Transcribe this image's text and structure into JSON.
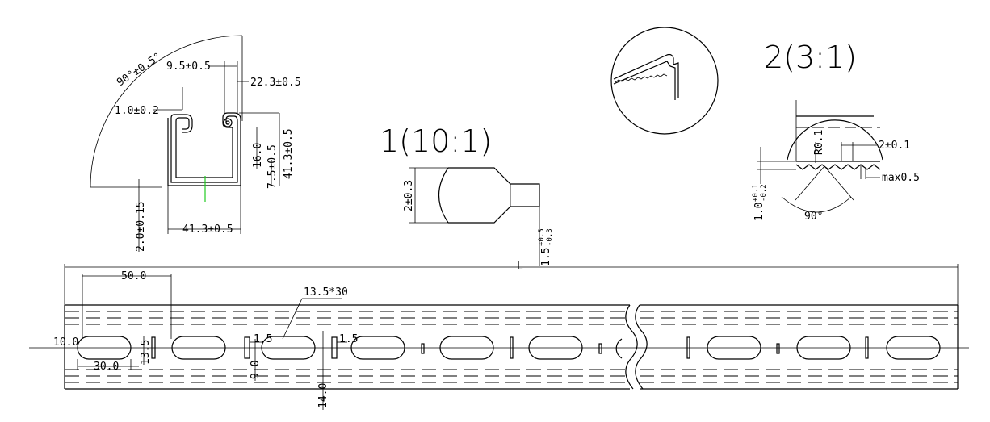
{
  "section": {
    "angle": "90°±0.5°",
    "slot_w": "9.5±0.5",
    "lip": "22.3±0.5",
    "flange": "1.0±0.2",
    "inner_h": "16.0",
    "height": "41.3±0.5",
    "foot": "7.5±0.5",
    "width": "41.3±0.5",
    "thick": "2.0±0.15"
  },
  "detail1": {
    "title": "1(10:1)",
    "h": "2±0.3",
    "tip": "1.5",
    "tip_tol_upper": "+0.5",
    "tip_tol_lower": "-0.3"
  },
  "detail2": {
    "title": "2(3:1)",
    "radius": "R0.1",
    "pitch": "2±0.1",
    "max": "max0.5",
    "depth": "1.0",
    "depth_tol_upper": "+0.1",
    "depth_tol_lower": "-0.2",
    "angle": "90°"
  },
  "strip": {
    "length": "L",
    "pitch": "50.0",
    "slot": "13.5*30",
    "edge": "10.0",
    "slot_len": "30.0",
    "slot_h": "13.5",
    "gap_left": "1.5",
    "gap_right": "1.5",
    "small_h": "9.0",
    "tall_h": "14.0"
  }
}
